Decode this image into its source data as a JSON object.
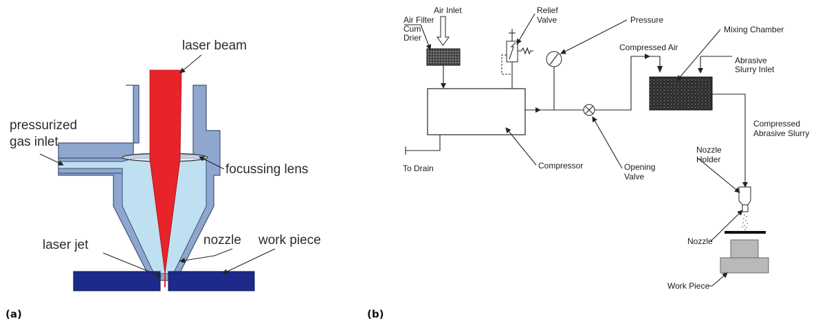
{
  "panel_a": {
    "label": "(a)",
    "laser_beam": "laser beam",
    "gas_inlet_line1": "pressurized",
    "gas_inlet_line2": "gas inlet",
    "focussing_lens": "focussing lens",
    "laser_jet": "laser jet",
    "nozzle": "nozzle",
    "work_piece": "work piece",
    "colors": {
      "beam": "#e8232a",
      "gas": "#bfe0f0",
      "nozzle_body": "#8fa7cf",
      "workpiece": "#1d2a8c"
    }
  },
  "panel_b": {
    "label": "(b)",
    "air_inlet": "Air Inlet",
    "air_filter_line1": "Air Filter",
    "air_filter_line2": "Cum",
    "air_filter_line3": "Drier",
    "relief_line1": "Relief",
    "relief_line2": "Valve",
    "pressure": "Pressure",
    "mixing_chamber": "Mixing Chamber",
    "compressed_air": "Compressed Air",
    "abrasive_line1": "Abrasive",
    "abrasive_line2": "Slurry Inlet",
    "compressed_slurry_line1": "Compressed",
    "compressed_slurry_line2": "Abrasive Slurry",
    "nozzle_holder_line1": "Nozzle",
    "nozzle_holder_line2": "Holder",
    "to_drain": "To Drain",
    "compressor": "Compressor",
    "opening_line1": "Opening",
    "opening_line2": "Valve",
    "nozzle": "Nozzle",
    "work_piece": "Work Piece"
  }
}
